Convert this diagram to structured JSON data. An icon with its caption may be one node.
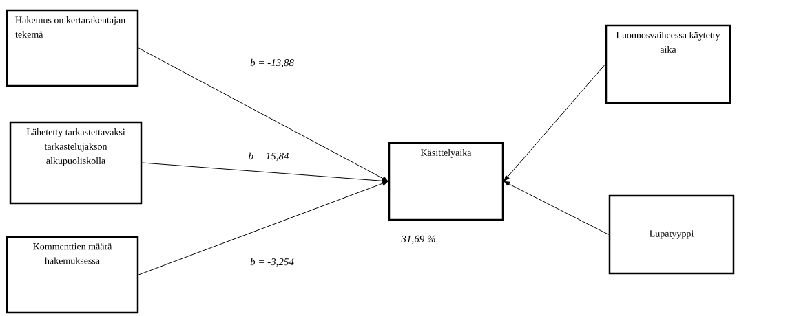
{
  "diagram": {
    "nodes": [
      {
        "text": [
          "Hakemus on kertarakentajan tekemä"
        ]
      },
      {
        "text": [
          "Lähetetty tarkastettavaksi tarkastelujakson alkupuoliskolla"
        ]
      },
      {
        "text": [
          "Kommenttien määrä hakemuksessa"
        ]
      },
      {
        "text": [
          "Käsittelyaika"
        ],
        "beside": [
          "31,69 %"
        ]
      },
      {
        "text": [
          "Luonnosvaiheessa käytetty aika"
        ]
      },
      {
        "text": [
          "Lupatyyppi"
        ]
      }
    ],
    "edges": [
      {
        "from": 0,
        "to": 3,
        "arrow": "to",
        "label": "b = -13,88"
      },
      {
        "from": 1,
        "to": 3,
        "arrow": "to",
        "label": "b = 15,84"
      },
      {
        "from": 2,
        "to": 3,
        "arrow": "to",
        "label": "b = -3,254"
      },
      {
        "from": 4,
        "to": 3,
        "arrow": "to"
      },
      {
        "from": 5,
        "to": 3,
        "arrow": "to"
      }
    ]
  }
}
